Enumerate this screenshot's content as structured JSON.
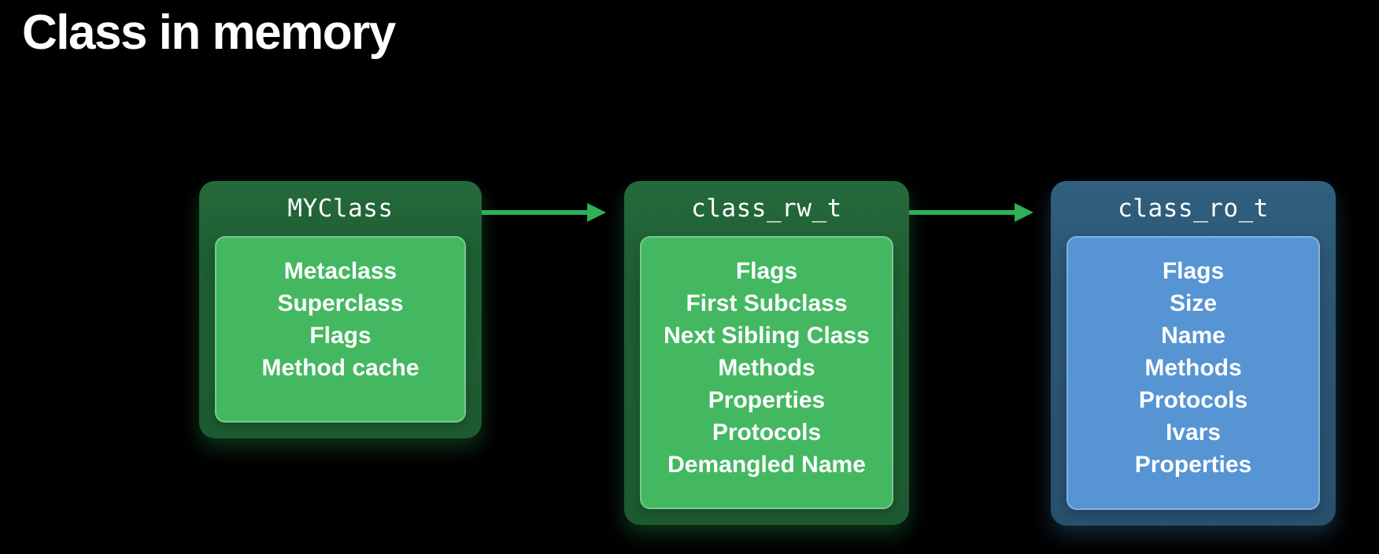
{
  "page": {
    "title": "Class in memory",
    "background_color": "#000000",
    "title_color": "#ffffff"
  },
  "diagram": {
    "arrow_color": "#2fb154",
    "nodes": [
      {
        "id": "myclass",
        "title": "MYClass",
        "theme": "green",
        "outer_color": "#1e5e33",
        "inner_color": "#43b861",
        "text_color": "#ffffff",
        "items": [
          "Metaclass",
          "Superclass",
          "Flags",
          "Method cache"
        ]
      },
      {
        "id": "class_rw_t",
        "title": "class_rw_t",
        "theme": "green",
        "outer_color": "#1e5e33",
        "inner_color": "#43b861",
        "text_color": "#ffffff",
        "items": [
          "Flags",
          "First Subclass",
          "Next Sibling Class",
          "Methods",
          "Properties",
          "Protocols",
          "Demangled Name"
        ]
      },
      {
        "id": "class_ro_t",
        "title": "class_ro_t",
        "theme": "blue",
        "outer_color": "#2b5674",
        "inner_color": "#5694d3",
        "text_color": "#ffffff",
        "items": [
          "Flags",
          "Size",
          "Name",
          "Methods",
          "Protocols",
          "Ivars",
          "Properties"
        ]
      }
    ],
    "arrows": [
      {
        "from": "MYClass",
        "to": "class_rw_t"
      },
      {
        "from": "class_rw_t",
        "to": "class_ro_t"
      }
    ]
  }
}
